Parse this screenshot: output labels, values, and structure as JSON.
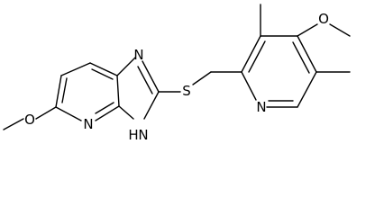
{
  "atoms": {
    "o_left": "O",
    "n_ring_bottom": "N",
    "nh": "H",
    "nh_n": "N",
    "n_imidazole_top": "N",
    "s": "S",
    "n_pyridine": "N",
    "o_right": "O"
  },
  "colors": {
    "bond": "#000000",
    "label": "#000000",
    "background": "#ffffff"
  }
}
